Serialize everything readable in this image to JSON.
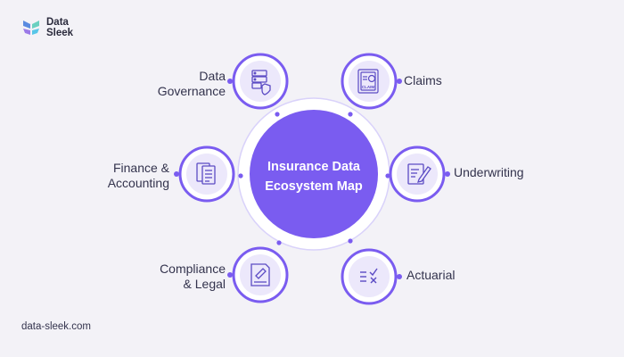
{
  "brand": {
    "logo_line1": "Data",
    "logo_line2": "Sleek",
    "website": "data-sleek.com",
    "accent_color": "#7a5cf0",
    "text_color": "#33334d"
  },
  "center": {
    "line1": "Insurance Data",
    "line2": "Ecosystem Map"
  },
  "nodes": [
    {
      "id": "data-governance",
      "label_line1": "Data",
      "label_line2": "Governance",
      "icon": "server-shield-icon"
    },
    {
      "id": "finance-accounting",
      "label_line1": "Finance &",
      "label_line2": "Accounting",
      "icon": "documents-icon"
    },
    {
      "id": "compliance-legal",
      "label_line1": "Compliance",
      "label_line2": "& Legal",
      "icon": "legal-document-icon"
    },
    {
      "id": "claims",
      "label_line1": "Claims",
      "label_line2": "",
      "icon": "claim-form-icon",
      "icon_text": "CLAIM"
    },
    {
      "id": "underwriting",
      "label_line1": "Underwriting",
      "label_line2": "",
      "icon": "contract-pen-icon"
    },
    {
      "id": "actuarial",
      "label_line1": "Actuarial",
      "label_line2": "",
      "icon": "checklist-icon"
    }
  ]
}
